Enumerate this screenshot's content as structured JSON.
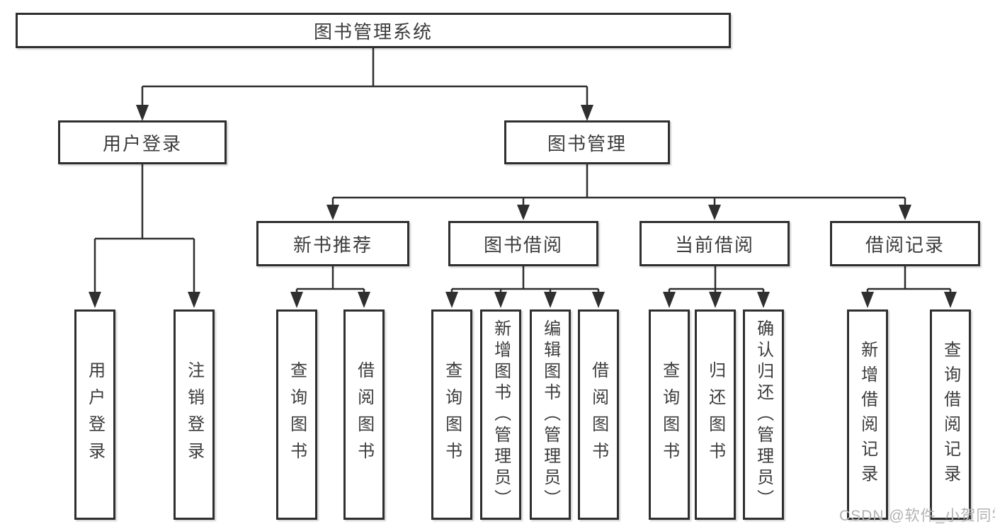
{
  "diagram": {
    "type": "hierarchy-tree",
    "line_color": "#2f2f2f",
    "box_background": "#ffffff",
    "text_color": "#3c3c3c"
  },
  "tree": {
    "label": "图书管理系统",
    "children": [
      {
        "label": "用户登录",
        "children": [
          {
            "label": "用户登录"
          },
          {
            "label": "注销登录"
          }
        ]
      },
      {
        "label": "图书管理",
        "children": [
          {
            "label": "新书推荐",
            "children": [
              {
                "label": "查询图书"
              },
              {
                "label": "借阅图书"
              }
            ]
          },
          {
            "label": "图书借阅",
            "children": [
              {
                "label": "查询图书"
              },
              {
                "label": "新增图书（管理员）"
              },
              {
                "label": "编辑图书（管理员）"
              },
              {
                "label": "借阅图书"
              }
            ]
          },
          {
            "label": "当前借阅",
            "children": [
              {
                "label": "查询图书"
              },
              {
                "label": "归还图书"
              },
              {
                "label": "确认归还（管理员）"
              }
            ]
          },
          {
            "label": "借阅记录",
            "children": [
              {
                "label": "新增借阅记录"
              },
              {
                "label": "查询借阅记录"
              }
            ]
          }
        ]
      }
    ]
  },
  "watermark": "CSDN @软件_小贺同学"
}
